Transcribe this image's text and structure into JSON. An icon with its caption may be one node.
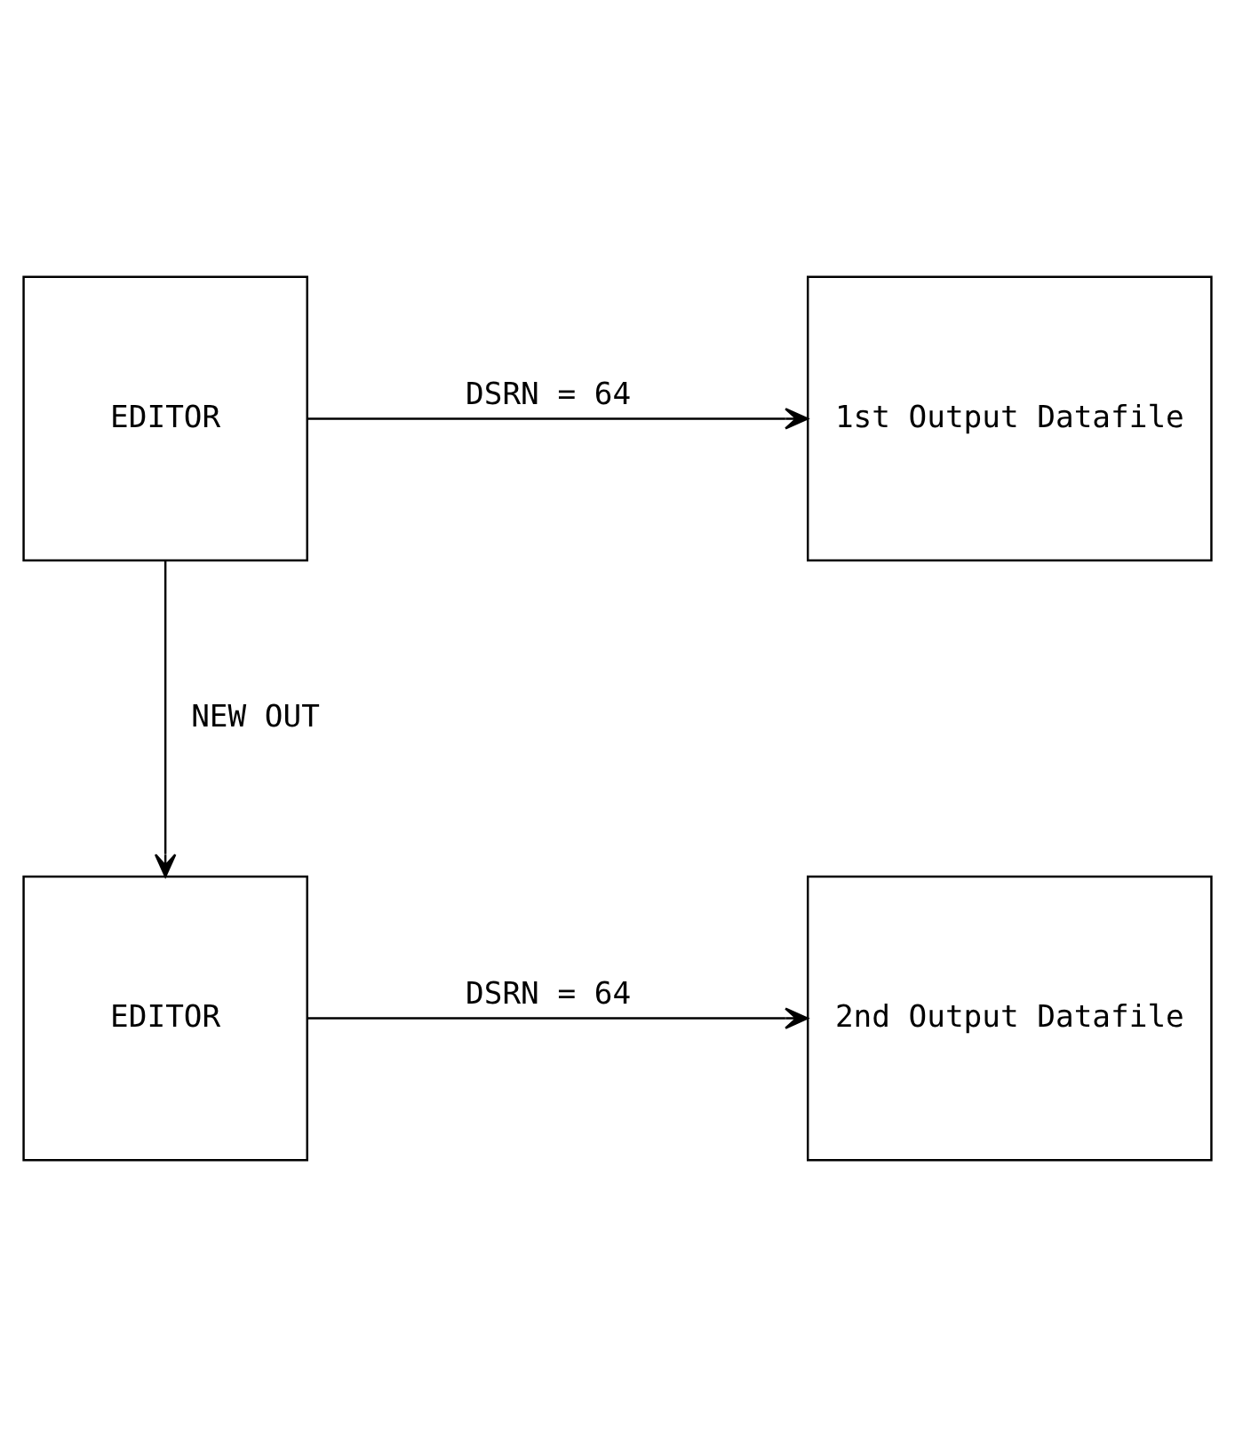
{
  "diagram": {
    "nodes": [
      {
        "text": [
          "EDITOR"
        ]
      },
      {
        "text": [
          "1st Output Datafile"
        ]
      },
      {
        "text": [
          "EDITOR"
        ]
      },
      {
        "text": [
          "2nd Output Datafile"
        ]
      }
    ],
    "edges": [
      {
        "from": 0,
        "to": 1,
        "arrow": "to",
        "label": "DSRN = 64"
      },
      {
        "from": 0,
        "to": 2,
        "arrow": "to",
        "label": "NEW OUT"
      },
      {
        "from": 2,
        "to": 3,
        "arrow": "to",
        "label": "DSRN = 64"
      }
    ]
  }
}
